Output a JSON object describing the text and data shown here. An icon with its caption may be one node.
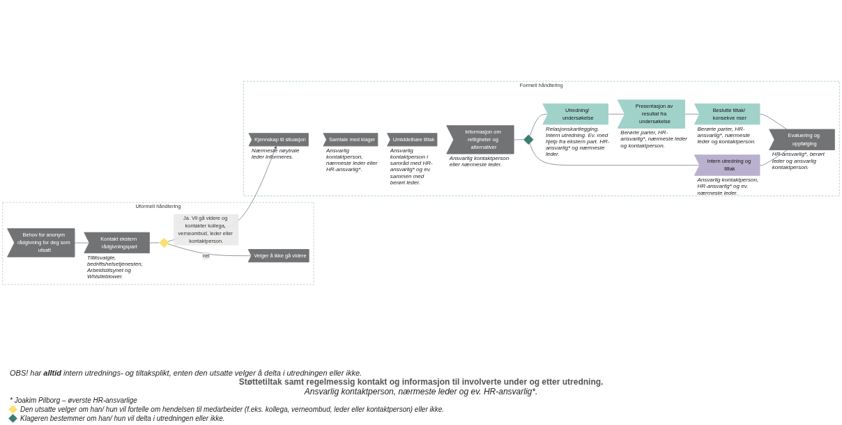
{
  "diagram": {
    "nodes": [
      {
        "text": [
          "Uformell håndtering"
        ]
      },
      {
        "text": [
          "Behov for anonym rådgivning for deg som utsatt"
        ],
        "in": 0
      },
      {
        "text": [
          "Kontakt ekstern rådgivningspart"
        ],
        "in": 0,
        "beside": [
          "Tillitsvalgte, bedriftshelsetjenesten, Arbeidstilsynet og Whistleblower."
        ]
      },
      {
        "text": [],
        "shape": "diamond",
        "in": 0
      },
      {
        "text": [
          "Velger å ikke gå videre"
        ],
        "in": 0
      },
      {
        "text": [
          "Formell håndtering"
        ]
      },
      {
        "text": [
          "Kjennskap til situasjon"
        ],
        "in": 5,
        "beside": [
          "Nærmeste nøytrale leder informeres."
        ]
      },
      {
        "text": [
          "Samtale med klager"
        ],
        "in": 5,
        "beside": [
          "Ansvarlig kontaktperson, nærmeste leder eller HR-ansvarlig*."
        ]
      },
      {
        "text": [
          "Umiddelbare tiltak"
        ],
        "in": 5,
        "beside": [
          "Ansvarlig kontaktperson i samråd med HR-ansvarlig* og ev. sammen med berørt leder."
        ]
      },
      {
        "text": [
          "Informasjon om rettigheter og alternativer"
        ],
        "in": 5,
        "beside": [
          "Ansvarlig kontaktperson eller nærmeste leder."
        ]
      },
      {
        "text": [],
        "shape": "diamond",
        "in": 5
      },
      {
        "text": [
          "Utredning/ undersøkelse"
        ],
        "in": 5,
        "beside": [
          "Relasjonskartlegging. Intern utredning. Ev. med hjelp fra ekstern part. HR-ansvarlig* og nærmeste leder."
        ]
      },
      {
        "text": [
          "Presentasjon av resultat fra undersøkelse"
        ],
        "in": 5,
        "beside": [
          "Berørte parter, HR-ansvarlig*, nærmeste leder og kontaktperson."
        ]
      },
      {
        "text": [
          "Beslutte tiltak/ konsekve nser"
        ],
        "in": 5,
        "beside": [
          "Berørte parter, HR-ansvarlig*, nærmeste leder og kontaktperson."
        ]
      },
      {
        "text": [
          "Evaluering og oppfølging"
        ],
        "in": 5,
        "beside": [
          "HR-ansvarlig*, berørt leder og ansvarlig kontaktperson."
        ]
      },
      {
        "text": [
          "Intern utredning og tiltak"
        ],
        "in": 5,
        "beside": [
          "Ansvarlig kontaktperson, HR-ansvarlig* og ev. nærmeste leder."
        ]
      }
    ],
    "edges": [
      {
        "from": 1,
        "to": 2,
        "arrow": "none"
      },
      {
        "from": 2,
        "to": 3,
        "arrow": "none"
      },
      {
        "from": 3,
        "to": 4,
        "arrow": "none",
        "label": "nei"
      },
      {
        "from": 3,
        "to": 6,
        "arrow": "to",
        "label": "Ja. Vil gå videre og kontakter kollega, verneombud, leder eller kontaktperson."
      },
      {
        "from": 9,
        "to": 10,
        "arrow": "none"
      },
      {
        "from": 10,
        "to": 11,
        "arrow": "none"
      },
      {
        "from": 11,
        "to": 12,
        "arrow": "none"
      },
      {
        "from": 12,
        "to": 13,
        "arrow": "none"
      },
      {
        "from": 13,
        "to": 14,
        "arrow": "none"
      },
      {
        "from": 10,
        "to": 15,
        "arrow": "none"
      },
      {
        "from": 15,
        "to": 14,
        "arrow": "none"
      }
    ],
    "labels": [
      "OBS! har **alltid** intern utrednings- og tiltaksplikt, enten den utsatte velger å delta i utredningen eller ikke.",
      "Støttetiltak samt regelmessig kontakt og informasjon til involverte under og etter utredning.",
      "Ansvarlig kontaktperson, nærmeste leder og ev. HR-ansvarlig*.",
      "* Joakim Pilborg – øverste HR-ansvarlige"
    ],
    "legend": [
      {
        "text": "Den utsatte velger om han/ hun vil fortelle om hendelsen til medarbeider (f.eks. kollega, verneombud, leder eller kontaktperson) eller ikke.",
        "color": "#fbe16c"
      },
      {
        "text": "Klageren bestemmer om han/ hun vil delta i utredningen eller ikke.",
        "color": "#3d7d71"
      }
    ]
  }
}
